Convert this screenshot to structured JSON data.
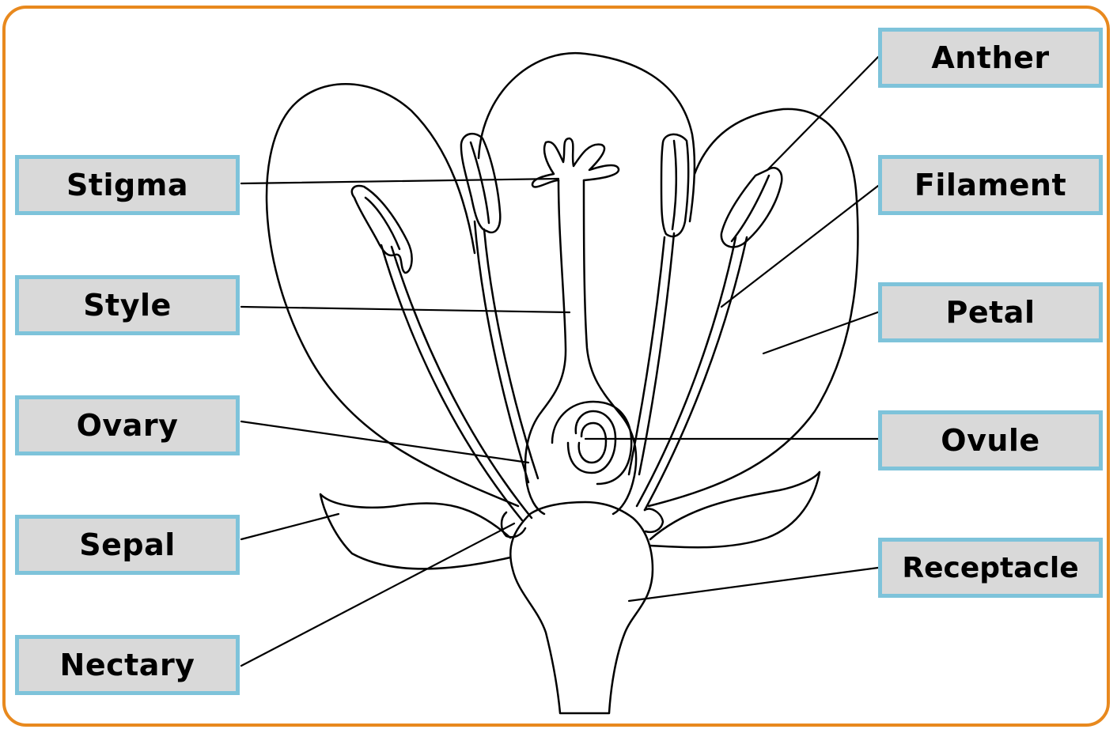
{
  "labels": {
    "stigma": "Stigma",
    "style": "Style",
    "ovary": "Ovary",
    "sepal": "Sepal",
    "nectary": "Nectary",
    "anther": "Anther",
    "filament": "Filament",
    "petal": "Petal",
    "ovule": "Ovule",
    "receptacle": "Receptacle"
  },
  "colors": {
    "frame_border": "#e8891e",
    "label_fill": "#d9d9d9",
    "label_border": "#7ec3da",
    "line": "#000000"
  }
}
